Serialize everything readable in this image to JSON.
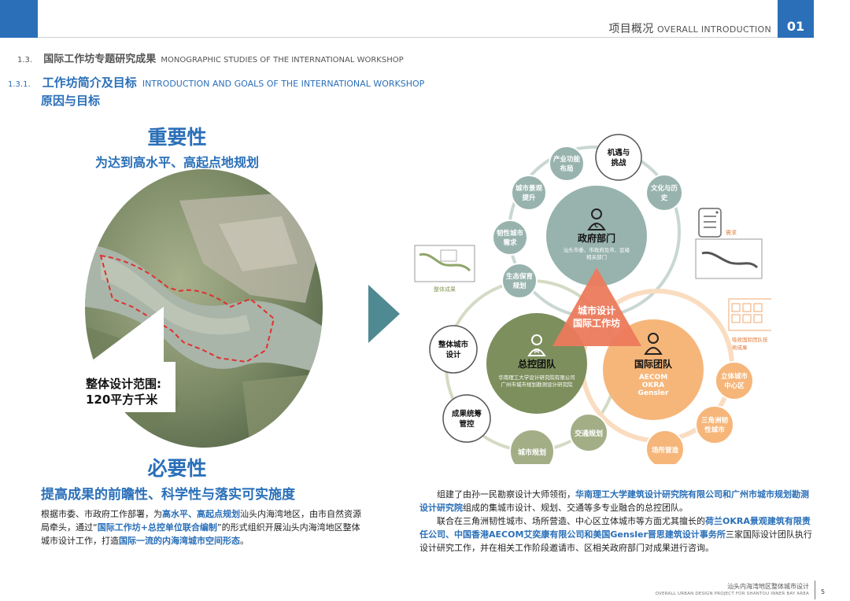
{
  "header": {
    "title_cn": "项目概况",
    "title_en": "OVERALL INTRODUCTION",
    "page_badge": "01"
  },
  "section": {
    "number": "1.3.",
    "title_cn": "国际工作坊专题研究成果",
    "title_en": "MONOGRAPHIC STUDIES OF THE INTERNATIONAL WORKSHOP"
  },
  "subsection": {
    "number": "1.3.1.",
    "title_cn": "工作坊简介及目标",
    "title_en": "INTRODUCTION AND GOALS OF THE INTERNATIONAL WORKSHOP",
    "subtitle": "原因与目标"
  },
  "importance": {
    "title": "重要性",
    "subtitle": "为达到高水平、高起点地规划"
  },
  "map_label": {
    "line1": "整体设计范围:",
    "line2": "120平方千米"
  },
  "necessity": {
    "title": "必要性",
    "subtitle": "提高成果的前瞻性、科学性与落实可实施度"
  },
  "left_paragraph": {
    "t1": "根据市委、市政府工作部署，为",
    "h1": "高水平、高起点规划",
    "t2": "汕头内海湾地区，由市自然资源局牵头，通过“",
    "h2": "国际工作坊+总控单位联合编制",
    "t3": "”的形式组织开展汕头内海湾地区整体城市设计工作，打造",
    "h3": "国际一流的内海湾城市空间形态",
    "t4": "。"
  },
  "right_paragraph_1": {
    "t1": "组建了由孙一民勘察设计大师领衔，",
    "h1": "华南理工大学建筑设计研究院有限公司和广州市城市规划勘测设计研究院",
    "t2": "组成的集城市设计、规划、交通等多专业融合的总控团队。"
  },
  "right_paragraph_2": {
    "t1": "联合在三角洲韧性城市、场所营造、中心区立体城市等方面尤其擅长的",
    "h1": "荷兰OKRA景观建筑有限责任公司、中国香港AECOM艾奕康有限公司和美国Gensler晋思建筑设计事务所",
    "t2": "三家国际设计团队执行设计研究工作，并在相关工作阶段邀请市、区相关政府部门对成果进行咨询。"
  },
  "diagram": {
    "gov": {
      "title": "政府部门",
      "desc1": "汕头市委、市政府及市、区级",
      "desc2": "相关部门",
      "icon_letter": "C"
    },
    "control": {
      "title": "总控团队",
      "desc1": "华南理工大学设计研究院有限公司",
      "desc2": "广州市城市规划勘测设计研究院",
      "icon_letter": "M"
    },
    "intl": {
      "title": "国际团队",
      "desc1": "AECOM",
      "desc2": "OKRA",
      "desc3": "Gensler"
    },
    "center": {
      "line1": "城市设计",
      "line2": "国际工作坊"
    },
    "gov_nodes": [
      {
        "l1": "产业功能",
        "l2": "布局"
      },
      {
        "l1": "机遇与",
        "l2": "挑战"
      },
      {
        "l1": "文化与历",
        "l2": "史"
      },
      {
        "l1": "城市景观",
        "l2": "提升"
      },
      {
        "l1": "韧性城市",
        "l2": "需求"
      },
      {
        "l1": "生态保育",
        "l2": "规划"
      }
    ],
    "control_nodes": [
      {
        "l1": "整体城市",
        "l2": "设计"
      },
      {
        "l1": "成果统筹",
        "l2": "管控"
      },
      {
        "l1": "城市规划",
        "l2": ""
      },
      {
        "l1": "交通规划",
        "l2": ""
      }
    ],
    "intl_nodes": [
      {
        "l1": "立体城市",
        "l2": "中心区"
      },
      {
        "l1": "三角洲韧",
        "l2": "性城市"
      },
      {
        "l1": "场所营造",
        "l2": ""
      }
    ],
    "side_labels": {
      "demand": "需求",
      "overall_result": "整体成果",
      "intl_result_1": "吸收国际团队技",
      "intl_result_2": "術成果"
    }
  },
  "footer": {
    "title_cn": "汕头内海湾地区整体城市设计",
    "title_en": "OVERALL URBAN DESIGN PROJECT FOR SHANTOU INNER BAY AREA",
    "page": "5"
  },
  "colors": {
    "brand_blue": "#2a6fb8",
    "gov_teal": "#98b3ad",
    "control_green": "#7d8f5d",
    "intl_orange": "#f6b67a",
    "triangle_red": "#ec7a5c"
  }
}
